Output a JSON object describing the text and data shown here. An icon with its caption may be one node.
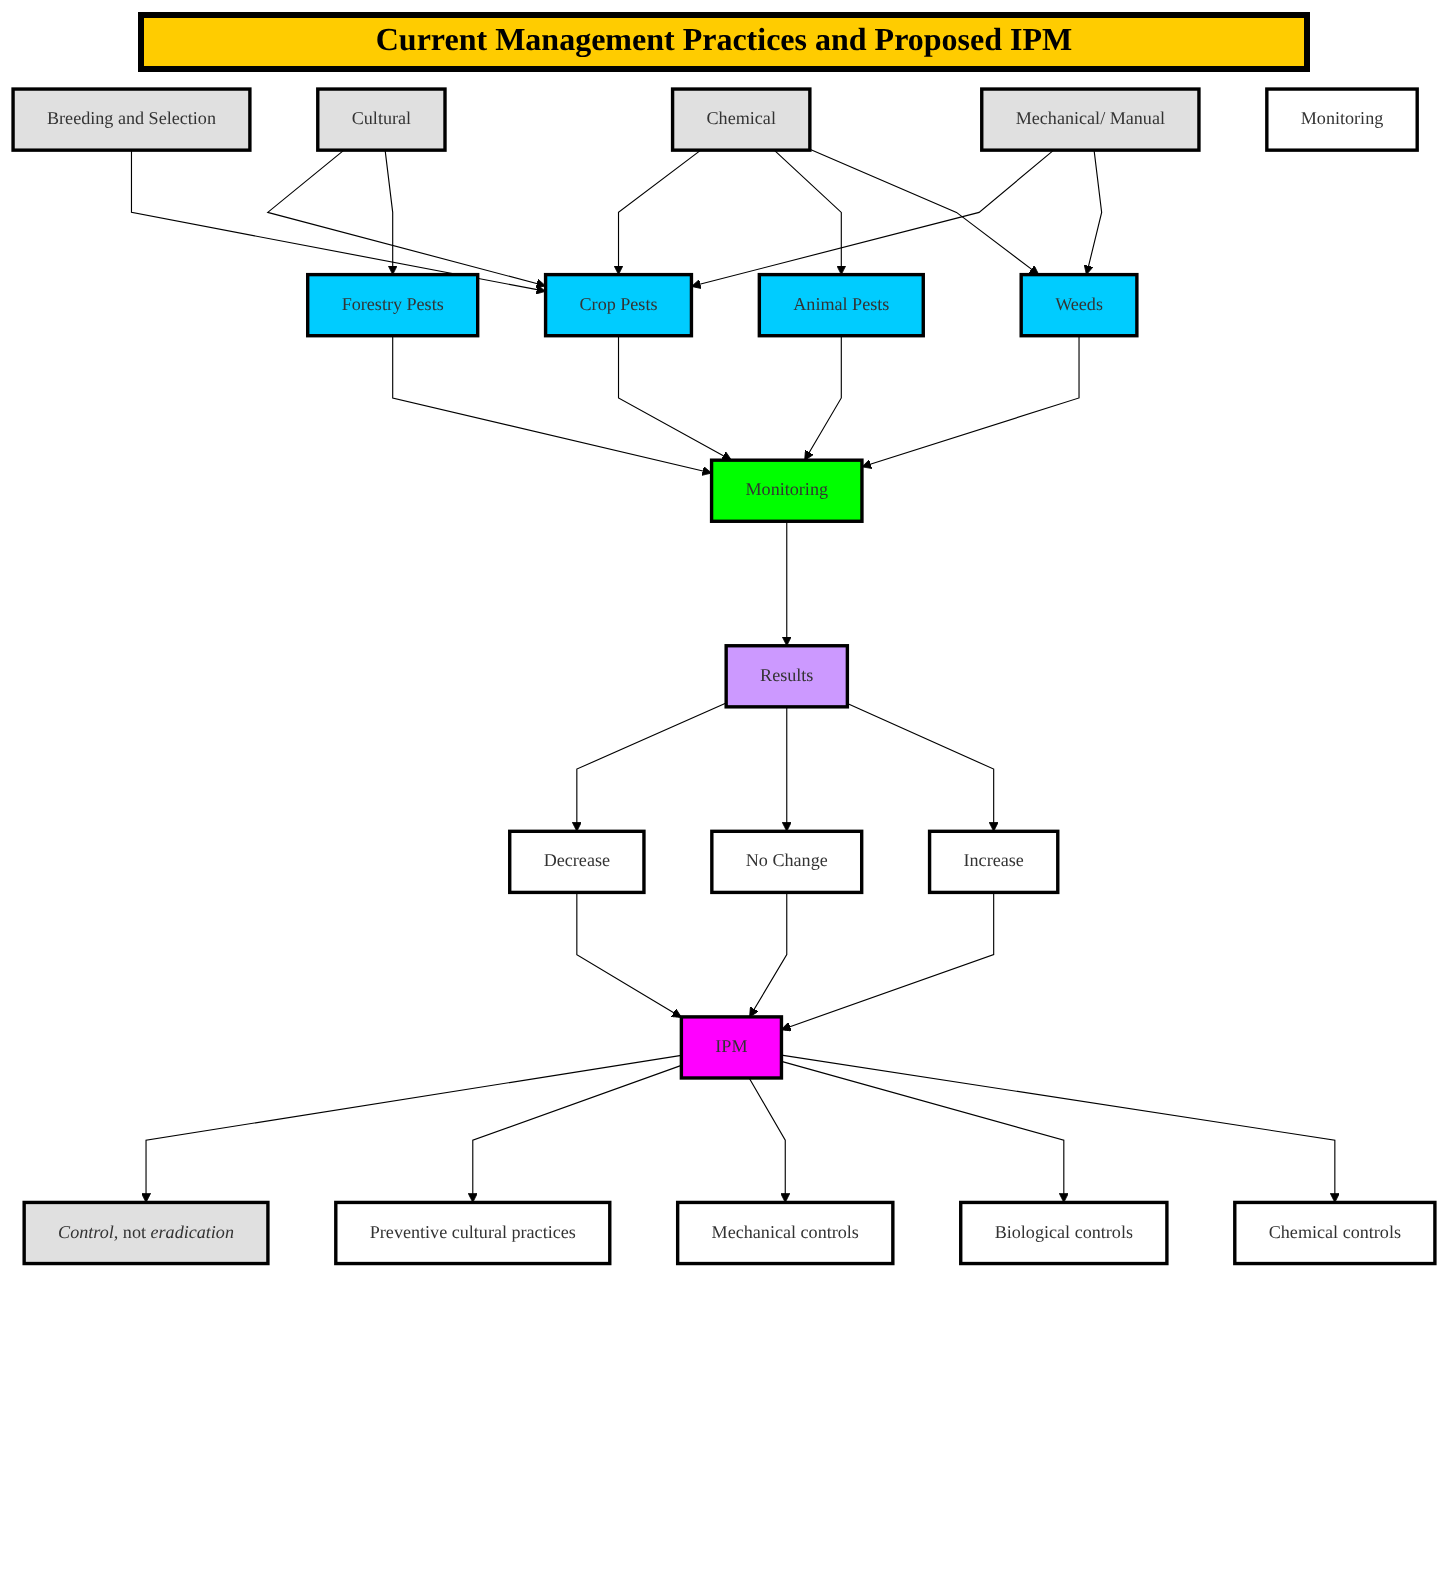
{
  "diagram": {
    "title": "Current Management Practices and Proposed IPM",
    "nodes": [
      {
        "text": [
          "Chemical"
        ]
      },
      {
        "text": [
          "Cultural"
        ]
      },
      {
        "text": [
          "Breeding and Selection"
        ]
      },
      {
        "text": [
          "Mechanical/ Manual"
        ]
      },
      {
        "text": [
          "Crop Pests"
        ]
      },
      {
        "text": [
          "Animal Pests"
        ]
      },
      {
        "text": [
          "Forestry Pests"
        ]
      },
      {
        "text": [
          "Weeds"
        ]
      },
      {
        "text": [
          "Monitoring"
        ]
      },
      {
        "text": [
          "Results"
        ]
      },
      {
        "text": [
          "Decrease"
        ]
      },
      {
        "text": [
          "No Change"
        ]
      },
      {
        "text": [
          "Increase"
        ]
      },
      {
        "text": [
          "IPM"
        ]
      },
      {
        "text": [
          "*Control*, not *eradication*"
        ]
      },
      {
        "text": [
          "Preventive cultural practices"
        ]
      },
      {
        "text": [
          "Monitoring"
        ]
      },
      {
        "text": [
          "Mechanical controls"
        ]
      },
      {
        "text": [
          "Biological controls"
        ]
      },
      {
        "text": [
          "Chemical controls"
        ]
      }
    ],
    "edges": [
      {
        "from": 0,
        "to": 4,
        "arrow": "to"
      },
      {
        "from": 0,
        "to": 5,
        "arrow": "to"
      },
      {
        "from": 0,
        "to": 7,
        "arrow": "to"
      },
      {
        "from": 1,
        "to": 4,
        "arrow": "to"
      },
      {
        "from": 1,
        "to": 6,
        "arrow": "to"
      },
      {
        "from": 2,
        "to": 4,
        "arrow": "to"
      },
      {
        "from": 3,
        "to": 4,
        "arrow": "to"
      },
      {
        "from": 3,
        "to": 7,
        "arrow": "to"
      },
      {
        "from": 4,
        "to": 8,
        "arrow": "to"
      },
      {
        "from": 5,
        "to": 8,
        "arrow": "to"
      },
      {
        "from": 6,
        "to": 8,
        "arrow": "to"
      },
      {
        "from": 7,
        "to": 8,
        "arrow": "to"
      },
      {
        "from": 8,
        "to": 9,
        "arrow": "to"
      },
      {
        "from": 9,
        "to": 10,
        "arrow": "to"
      },
      {
        "from": 9,
        "to": 11,
        "arrow": "to"
      },
      {
        "from": 9,
        "to": 12,
        "arrow": "to"
      },
      {
        "from": 10,
        "to": 13,
        "arrow": "to"
      },
      {
        "from": 11,
        "to": 13,
        "arrow": "to"
      },
      {
        "from": 12,
        "to": 13,
        "arrow": "to"
      },
      {
        "from": 13,
        "to": 14,
        "arrow": "to"
      },
      {
        "from": 13,
        "to": 15,
        "arrow": "to"
      },
      {
        "from": 13,
        "to": 17,
        "arrow": "to"
      },
      {
        "from": 13,
        "to": 18,
        "arrow": "to"
      },
      {
        "from": 13,
        "to": 19,
        "arrow": "to"
      }
    ]
  }
}
